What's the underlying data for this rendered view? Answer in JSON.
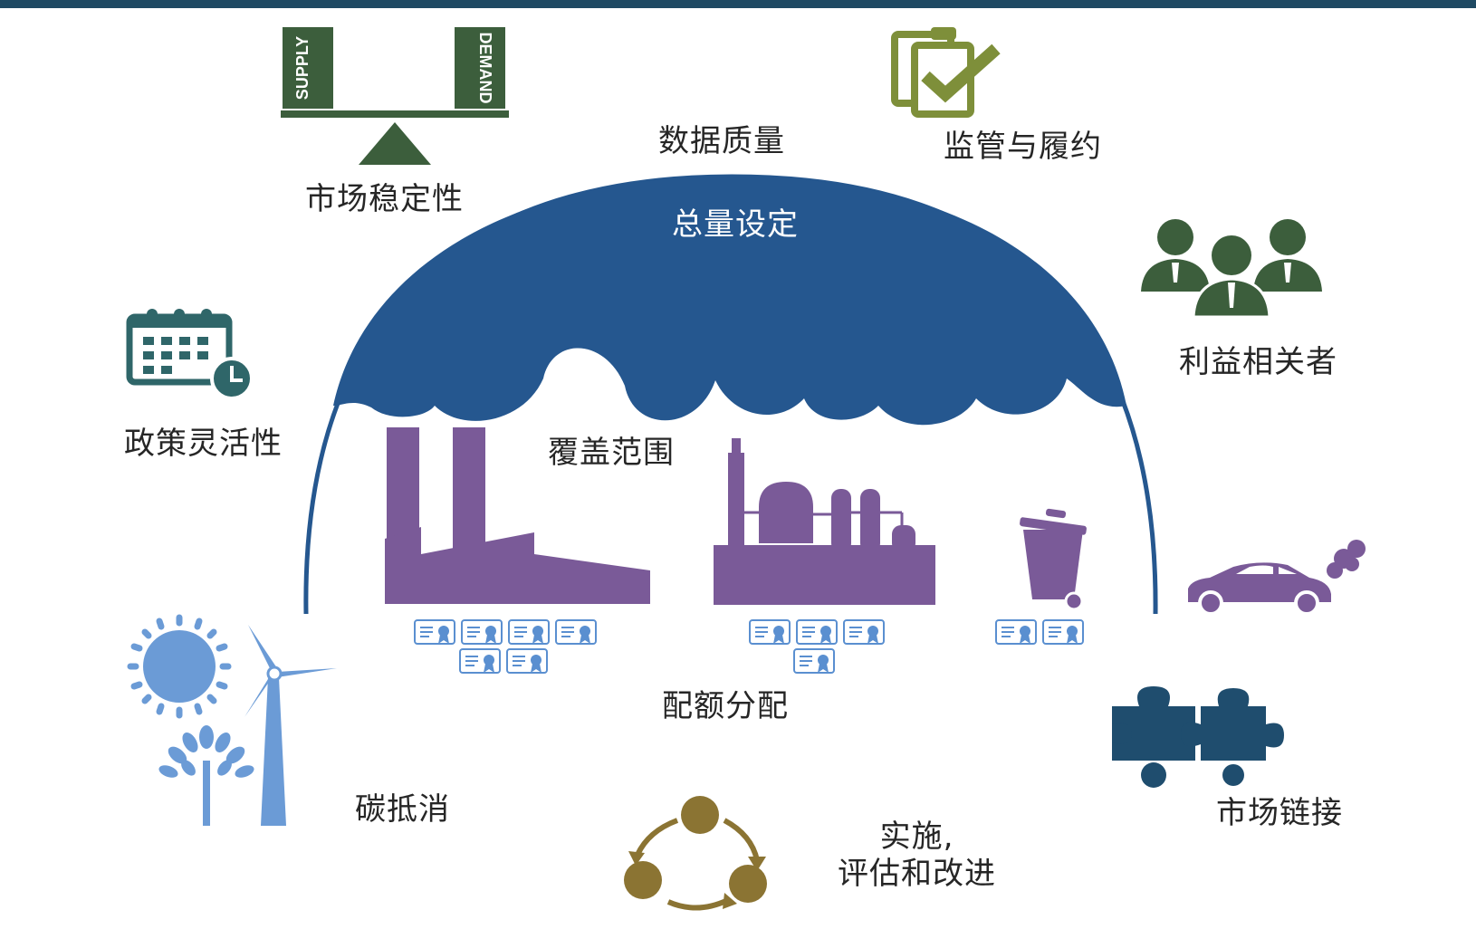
{
  "scale_text": {
    "supply": "SUPPLY",
    "demand": "DEMAND"
  },
  "labels": {
    "market_stability": "市场稳定性",
    "data_quality": "数据质量",
    "supervision_compliance": "监管与履约",
    "cap_setting": "总量设定",
    "stakeholders": "利益相关者",
    "policy_flexibility": "政策灵活性",
    "coverage": "覆盖范围",
    "allocation": "配额分配",
    "carbon_offset": "碳抵消",
    "market_linkage": "市场链接",
    "implementation_line1": "实施,",
    "implementation_line2": "评估和改进"
  },
  "icons": {
    "scale": "balance-scale-icon",
    "clipboard": "clipboard-check-icon",
    "people": "stakeholders-people-icon",
    "calendar": "calendar-clock-icon",
    "sun": "sun-icon",
    "wind": "wind-turbine-icon",
    "tree": "tree-icon",
    "factory": "factory-icon",
    "refinery": "refinery-icon",
    "trash": "trash-bin-icon",
    "car": "car-exhaust-icon",
    "puzzle": "puzzle-piece-icon",
    "cycle": "cycle-arrows-icon",
    "certificate": "allowance-certificate-icon"
  },
  "colors": {
    "dome_blue": "#25578f",
    "dark_green": "#3c5e3c",
    "olive": "#7e8f3a",
    "teal": "#2f6669",
    "light_blue": "#6b9bd6",
    "purple": "#7a5a98",
    "brown": "#8b7433",
    "puzzle_navy": "#1f4d6e",
    "topbar": "#1f4a63"
  }
}
